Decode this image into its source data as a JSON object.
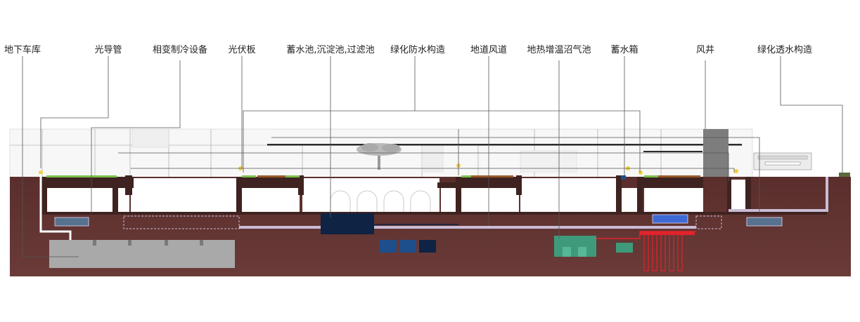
{
  "labels": [
    "地下车库",
    "光导管",
    "相变制冷设备",
    "光伏板",
    "蓄水池,沉淀池,过滤池",
    "绿化防水构造",
    "地道风道",
    "地热增温沼气池",
    "蓄水箱",
    "风井",
    "绿化透水构造"
  ],
  "colors": {
    "soil_top": "#5a2e2c",
    "soil_bottom": "#6a3b38",
    "wall": "#3f2321",
    "green_roof": "#7cc04a",
    "water_dark": "#0f2344",
    "water_blue": "#1d4f8c",
    "duct": "#c9bcd6",
    "methane_red": "#e0232b",
    "equipment_teal": "#3f9a7c",
    "garage": "#a9a9a9",
    "window_blue": "#56728e",
    "deck_brown": "#9a5a2a",
    "light_point": "#f2d03b"
  }
}
